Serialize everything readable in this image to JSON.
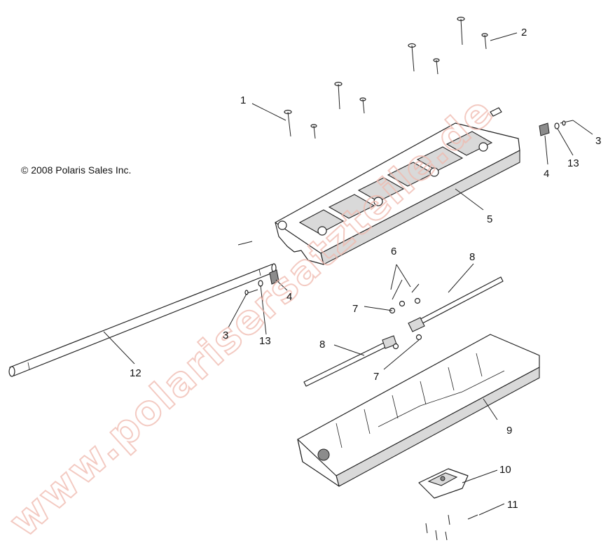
{
  "copyright": "© 2008 Polaris Sales Inc.",
  "watermark": "www.polarisersatzteile.de",
  "callouts": {
    "c1": "1",
    "c2": "2",
    "c3a": "3",
    "c3b": "3",
    "c4a": "4",
    "c4b": "4",
    "c5": "5",
    "c6": "6",
    "c7a": "7",
    "c7b": "7",
    "c8a": "8",
    "c8b": "8",
    "c9": "9",
    "c10": "10",
    "c11": "11",
    "c12": "12",
    "c13a": "13",
    "c13b": "13"
  }
}
